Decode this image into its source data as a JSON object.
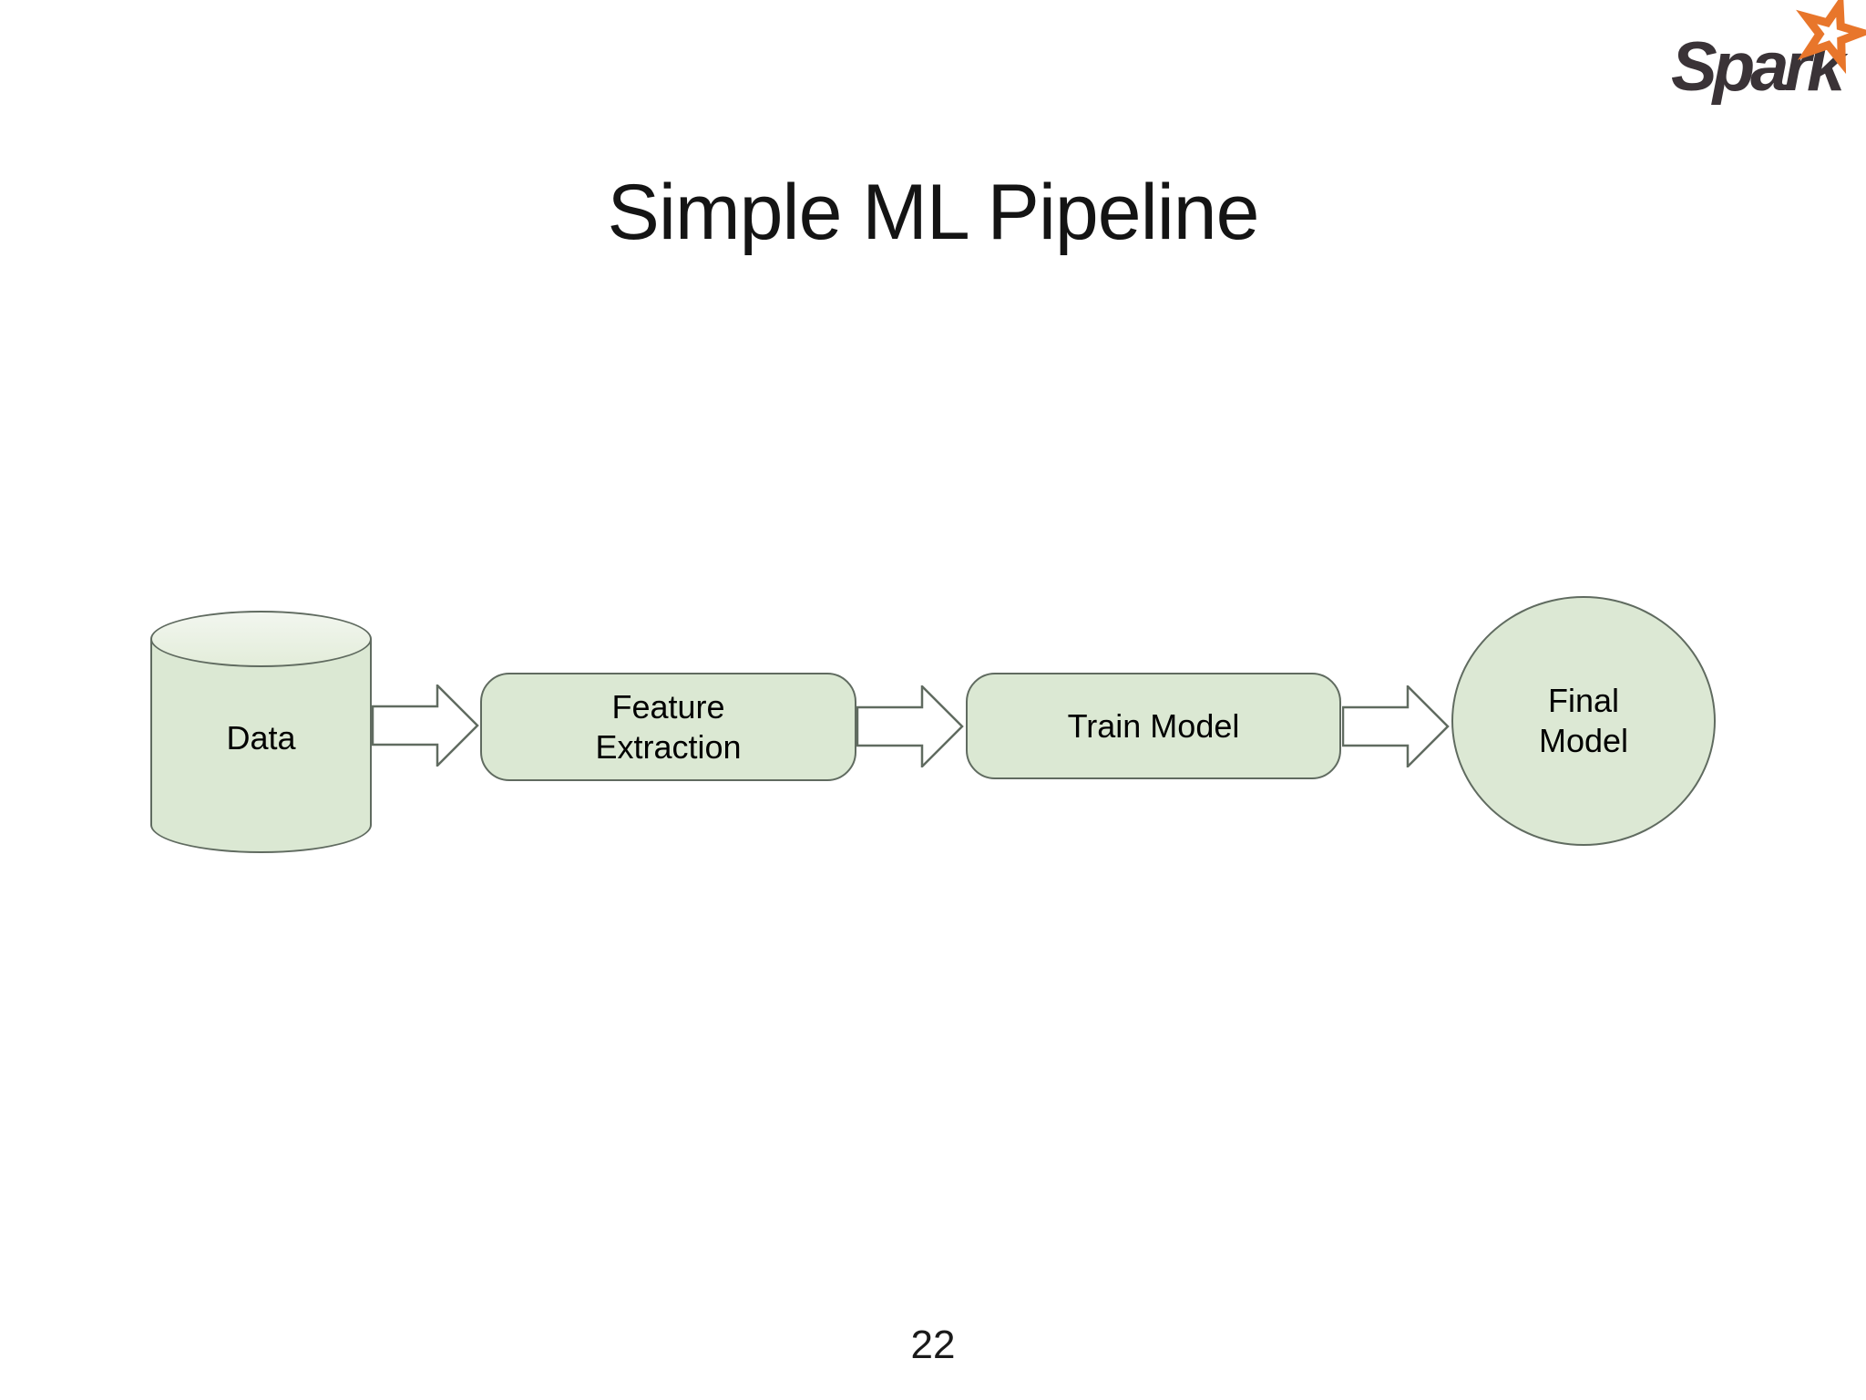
{
  "slide": {
    "title": "Simple ML Pipeline",
    "page_number": "22"
  },
  "logo": {
    "text": "Spark",
    "text_color": "#3a3337",
    "star_color": "#e8762b"
  },
  "pipeline": {
    "nodes": [
      {
        "id": "data",
        "shape": "cylinder",
        "label": "Data"
      },
      {
        "id": "feature_extraction",
        "shape": "rounded-rectangle",
        "label": "Feature Extraction",
        "line1": "Feature",
        "line2": "Extraction"
      },
      {
        "id": "train_model",
        "shape": "rounded-rectangle",
        "label": "Train Model"
      },
      {
        "id": "final_model",
        "shape": "circle",
        "label": "Final Model",
        "line1": "Final",
        "line2": "Model"
      }
    ],
    "connectors": [
      {
        "from": "data",
        "to": "feature_extraction"
      },
      {
        "from": "feature_extraction",
        "to": "train_model"
      },
      {
        "from": "train_model",
        "to": "final_model"
      }
    ],
    "colors": {
      "shape_fill": "#dbe8d3",
      "shape_fill_light": "#f2f6ef",
      "shape_stroke": "#606b60",
      "arrow_fill": "#ffffff",
      "label_text": "#000000"
    }
  }
}
